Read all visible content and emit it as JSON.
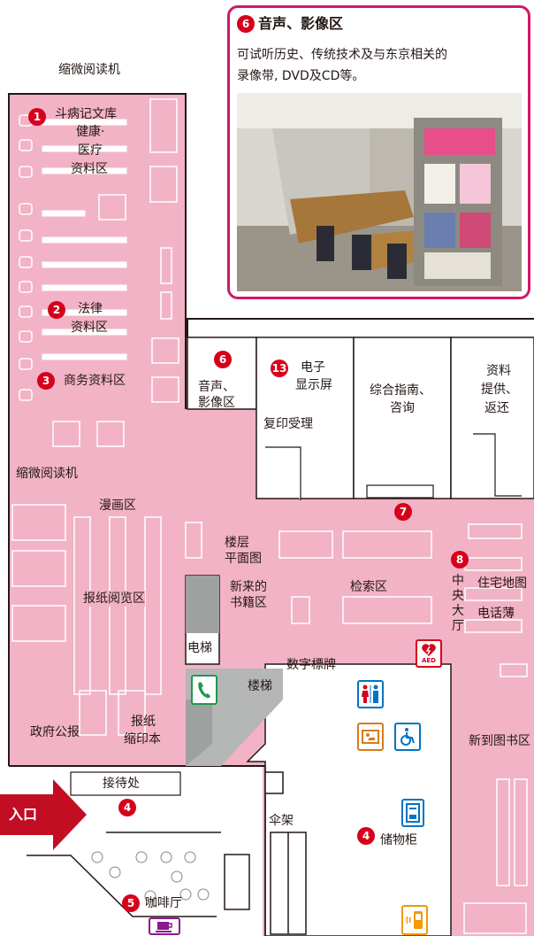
{
  "callout": {
    "num": "6",
    "title": "音声、影像区",
    "desc_line1": "可试听历史、传统技术及与东京相关的",
    "desc_line2": "录像带, DVD及CD等。"
  },
  "labels": {
    "microfilm_top": "缩微阅读机",
    "microfilm_left": "缩微阅读机",
    "area1_title": "斗病记文库",
    "area1_l2": "健康·",
    "area1_l3": "医疗",
    "area1_l4": "资料区",
    "area2_l1": "法律",
    "area2_l2": "资料区",
    "area3": "商务资料区",
    "area6_l1": "音声、",
    "area6_l2": "影像区",
    "area13_l1": "电子",
    "area13_l2": "显示屏",
    "copy": "复印受理",
    "guide_l1": "综合指南、",
    "guide_l2": "咨询",
    "supply_l1": "资料",
    "supply_l2": "提供、",
    "supply_l3": "返还",
    "manga": "漫画区",
    "newspaper": "报纸阅览区",
    "floor_l1": "楼层",
    "floor_l2": "平面图",
    "newbooks_l1": "新来的",
    "newbooks_l2": "书籍区",
    "search": "检索区",
    "central_hall": "中央大厅",
    "house_map": "住宅地图",
    "phonebook": "电话薄",
    "elevator": "电梯",
    "stairs": "楼梯",
    "digital_sign": "数字標牌",
    "aed": "AED",
    "gov": "政府公报",
    "paper_l1": "报纸",
    "paper_l2": "缩印本",
    "new_lib": "新到图书区",
    "reception": "接待处",
    "entrance": "入口",
    "umbrella": "伞架",
    "locker": "储物柜",
    "cafe": "咖啡厅"
  },
  "markers": {
    "m1": "1",
    "m2": "2",
    "m3": "3",
    "m6": "6",
    "m13": "13",
    "m7": "7",
    "m8": "8",
    "m4a": "4",
    "m4b": "4",
    "m5": "5"
  },
  "icons": [
    "restroom-icon",
    "baby-changing-icon",
    "wheelchair-icon",
    "aed-icon",
    "phone-icon",
    "locker-icon",
    "mobile-phone-icon",
    "coffee-icon"
  ],
  "colors": {
    "floor": "#f2b3c6",
    "accent": "#d6001c",
    "callout_border": "#d0176b",
    "restroom_blue": "#0073c5",
    "baby_orange": "#d97a1a",
    "phone_green": "#1e9a4a",
    "cafe_purple": "#8a1a8c",
    "mobile_orange": "#f39800"
  }
}
